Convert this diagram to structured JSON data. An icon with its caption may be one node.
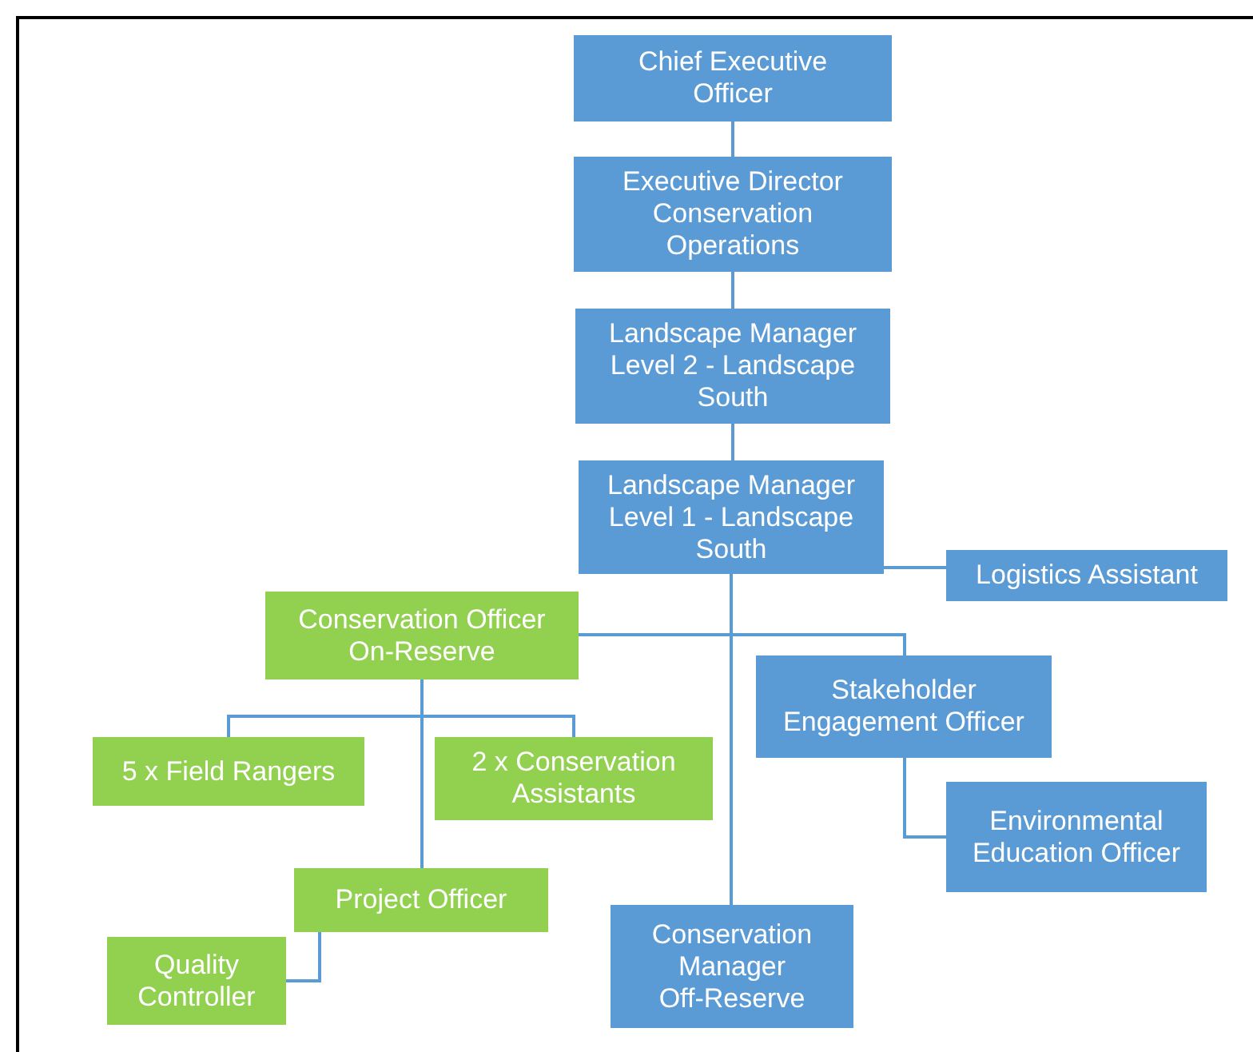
{
  "diagram": {
    "nodes": [
      {
        "text": [
          "Chief Executive Officer"
        ]
      },
      {
        "text": [
          "Executive Director Conservation Operations"
        ]
      },
      {
        "text": [
          "Landscape Manager Level 2 - Landscape South"
        ]
      },
      {
        "text": [
          "Landscape Manager Level 1 - Landscape South"
        ]
      },
      {
        "text": [
          "Logistics Assistant"
        ]
      },
      {
        "text": [
          "Conservation Officer On-Reserve"
        ]
      },
      {
        "text": [
          "Stakeholder Engagement Officer"
        ]
      },
      {
        "text": [
          "5 x Field Rangers"
        ]
      },
      {
        "text": [
          "2 x Conservation Assistants"
        ]
      },
      {
        "text": [
          "Environmental Education Officer"
        ]
      },
      {
        "text": [
          "Project Officer"
        ]
      },
      {
        "text": [
          "Quality Controller"
        ]
      },
      {
        "text": [
          "Conservation Manager Off-Reserve"
        ]
      }
    ],
    "edges": [
      {
        "from": 0,
        "to": 1,
        "arrow": "none"
      },
      {
        "from": 1,
        "to": 2,
        "arrow": "none"
      },
      {
        "from": 2,
        "to": 3,
        "arrow": "none"
      },
      {
        "from": 3,
        "to": 4,
        "arrow": "none"
      },
      {
        "from": 3,
        "to": 5,
        "arrow": "none"
      },
      {
        "from": 3,
        "to": 6,
        "arrow": "none"
      },
      {
        "from": 3,
        "to": 12,
        "arrow": "none"
      },
      {
        "from": 5,
        "to": 7,
        "arrow": "none"
      },
      {
        "from": 5,
        "to": 8,
        "arrow": "none"
      },
      {
        "from": 5,
        "to": 10,
        "arrow": "none"
      },
      {
        "from": 6,
        "to": 9,
        "arrow": "none"
      },
      {
        "from": 10,
        "to": 11,
        "arrow": "none"
      }
    ]
  }
}
